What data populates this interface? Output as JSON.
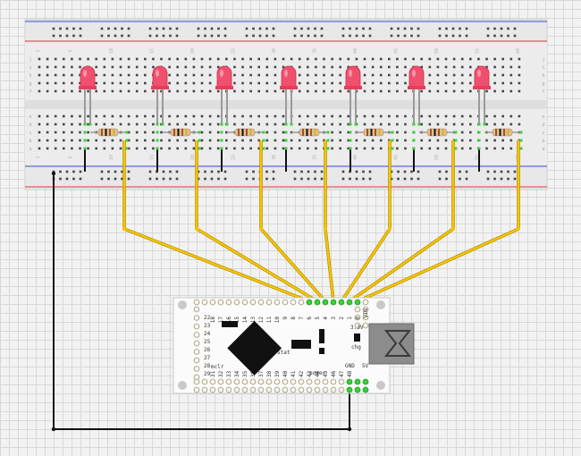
{
  "breadboard": {
    "row_letters_top": [
      "j",
      "i",
      "h",
      "g",
      "f"
    ],
    "row_letters_bottom": [
      "e",
      "d",
      "c",
      "b",
      "a"
    ],
    "column_numbers": [
      "1",
      "5",
      "10",
      "15",
      "20",
      "25",
      "30",
      "35",
      "40",
      "45",
      "50",
      "55",
      "60"
    ]
  },
  "leds": [
    {
      "name": "led-1",
      "color": "#f0506e"
    },
    {
      "name": "led-2",
      "color": "#f0506e"
    },
    {
      "name": "led-3",
      "color": "#f0506e"
    },
    {
      "name": "led-4",
      "color": "#f0506e"
    },
    {
      "name": "led-5",
      "color": "#f0506e"
    },
    {
      "name": "led-6",
      "color": "#f0506e"
    },
    {
      "name": "led-7",
      "color": "#f0506e"
    }
  ],
  "wires": {
    "signal_color": "#f5c400",
    "ground_color": "#111111"
  },
  "board": {
    "top_pins": [
      "18",
      "17",
      "16",
      "15",
      "14",
      "13",
      "12",
      "11",
      "10",
      "9",
      "8",
      "7",
      "6",
      "5",
      "4",
      "3",
      "2",
      "1",
      "0"
    ],
    "left_pins": [
      "22",
      "23",
      "24",
      "25",
      "26",
      "27",
      "28",
      "29"
    ],
    "bottom_pins": [
      "31",
      "32",
      "33",
      "34",
      "35",
      "36",
      "37",
      "38",
      "39",
      "40",
      "41",
      "42",
      "43",
      "44",
      "45",
      "46",
      "47",
      "48"
    ],
    "right_pins": [
      "VIN"
    ],
    "labels": {
      "mclr": "mclr",
      "stat": "stat",
      "power": "power",
      "chg": "chg",
      "v33": "3.3V",
      "gnd": "GND",
      "v5": "5V"
    }
  }
}
